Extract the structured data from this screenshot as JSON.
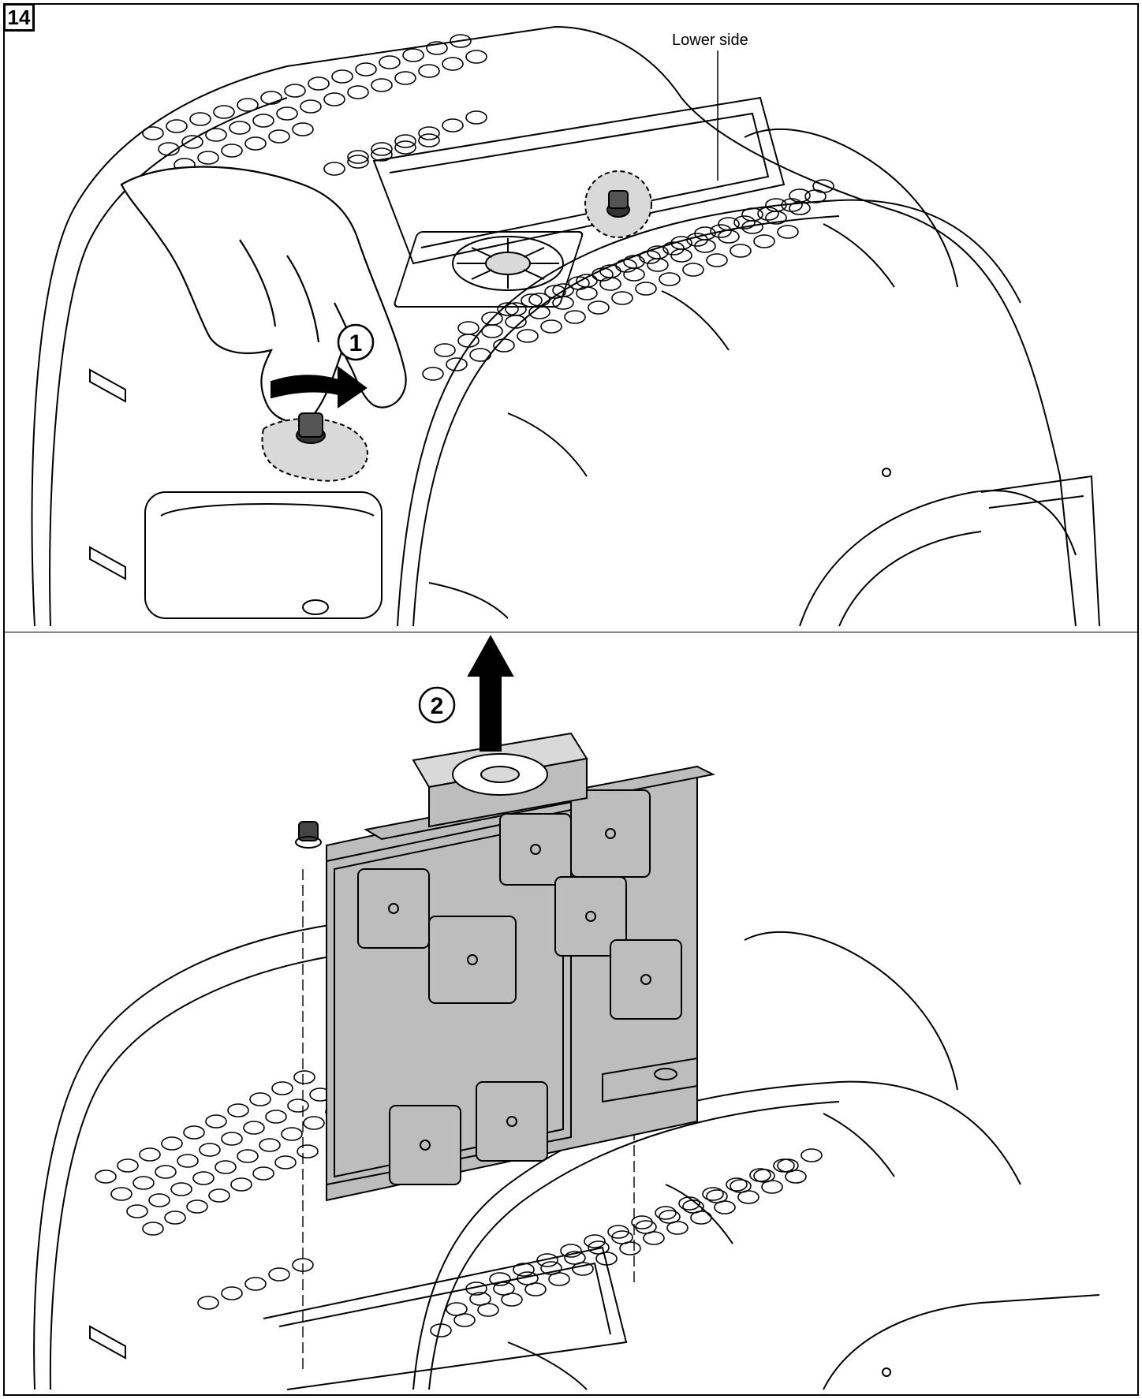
{
  "figure": {
    "step_number": "14",
    "callout_lower_side": "Lower side",
    "step_markers": [
      {
        "label": "1"
      },
      {
        "label": "2"
      }
    ]
  },
  "colors": {
    "line": "#000000",
    "fill_grey": "#bdbdbd",
    "fill_light": "#d9d9d9",
    "background": "#ffffff"
  }
}
